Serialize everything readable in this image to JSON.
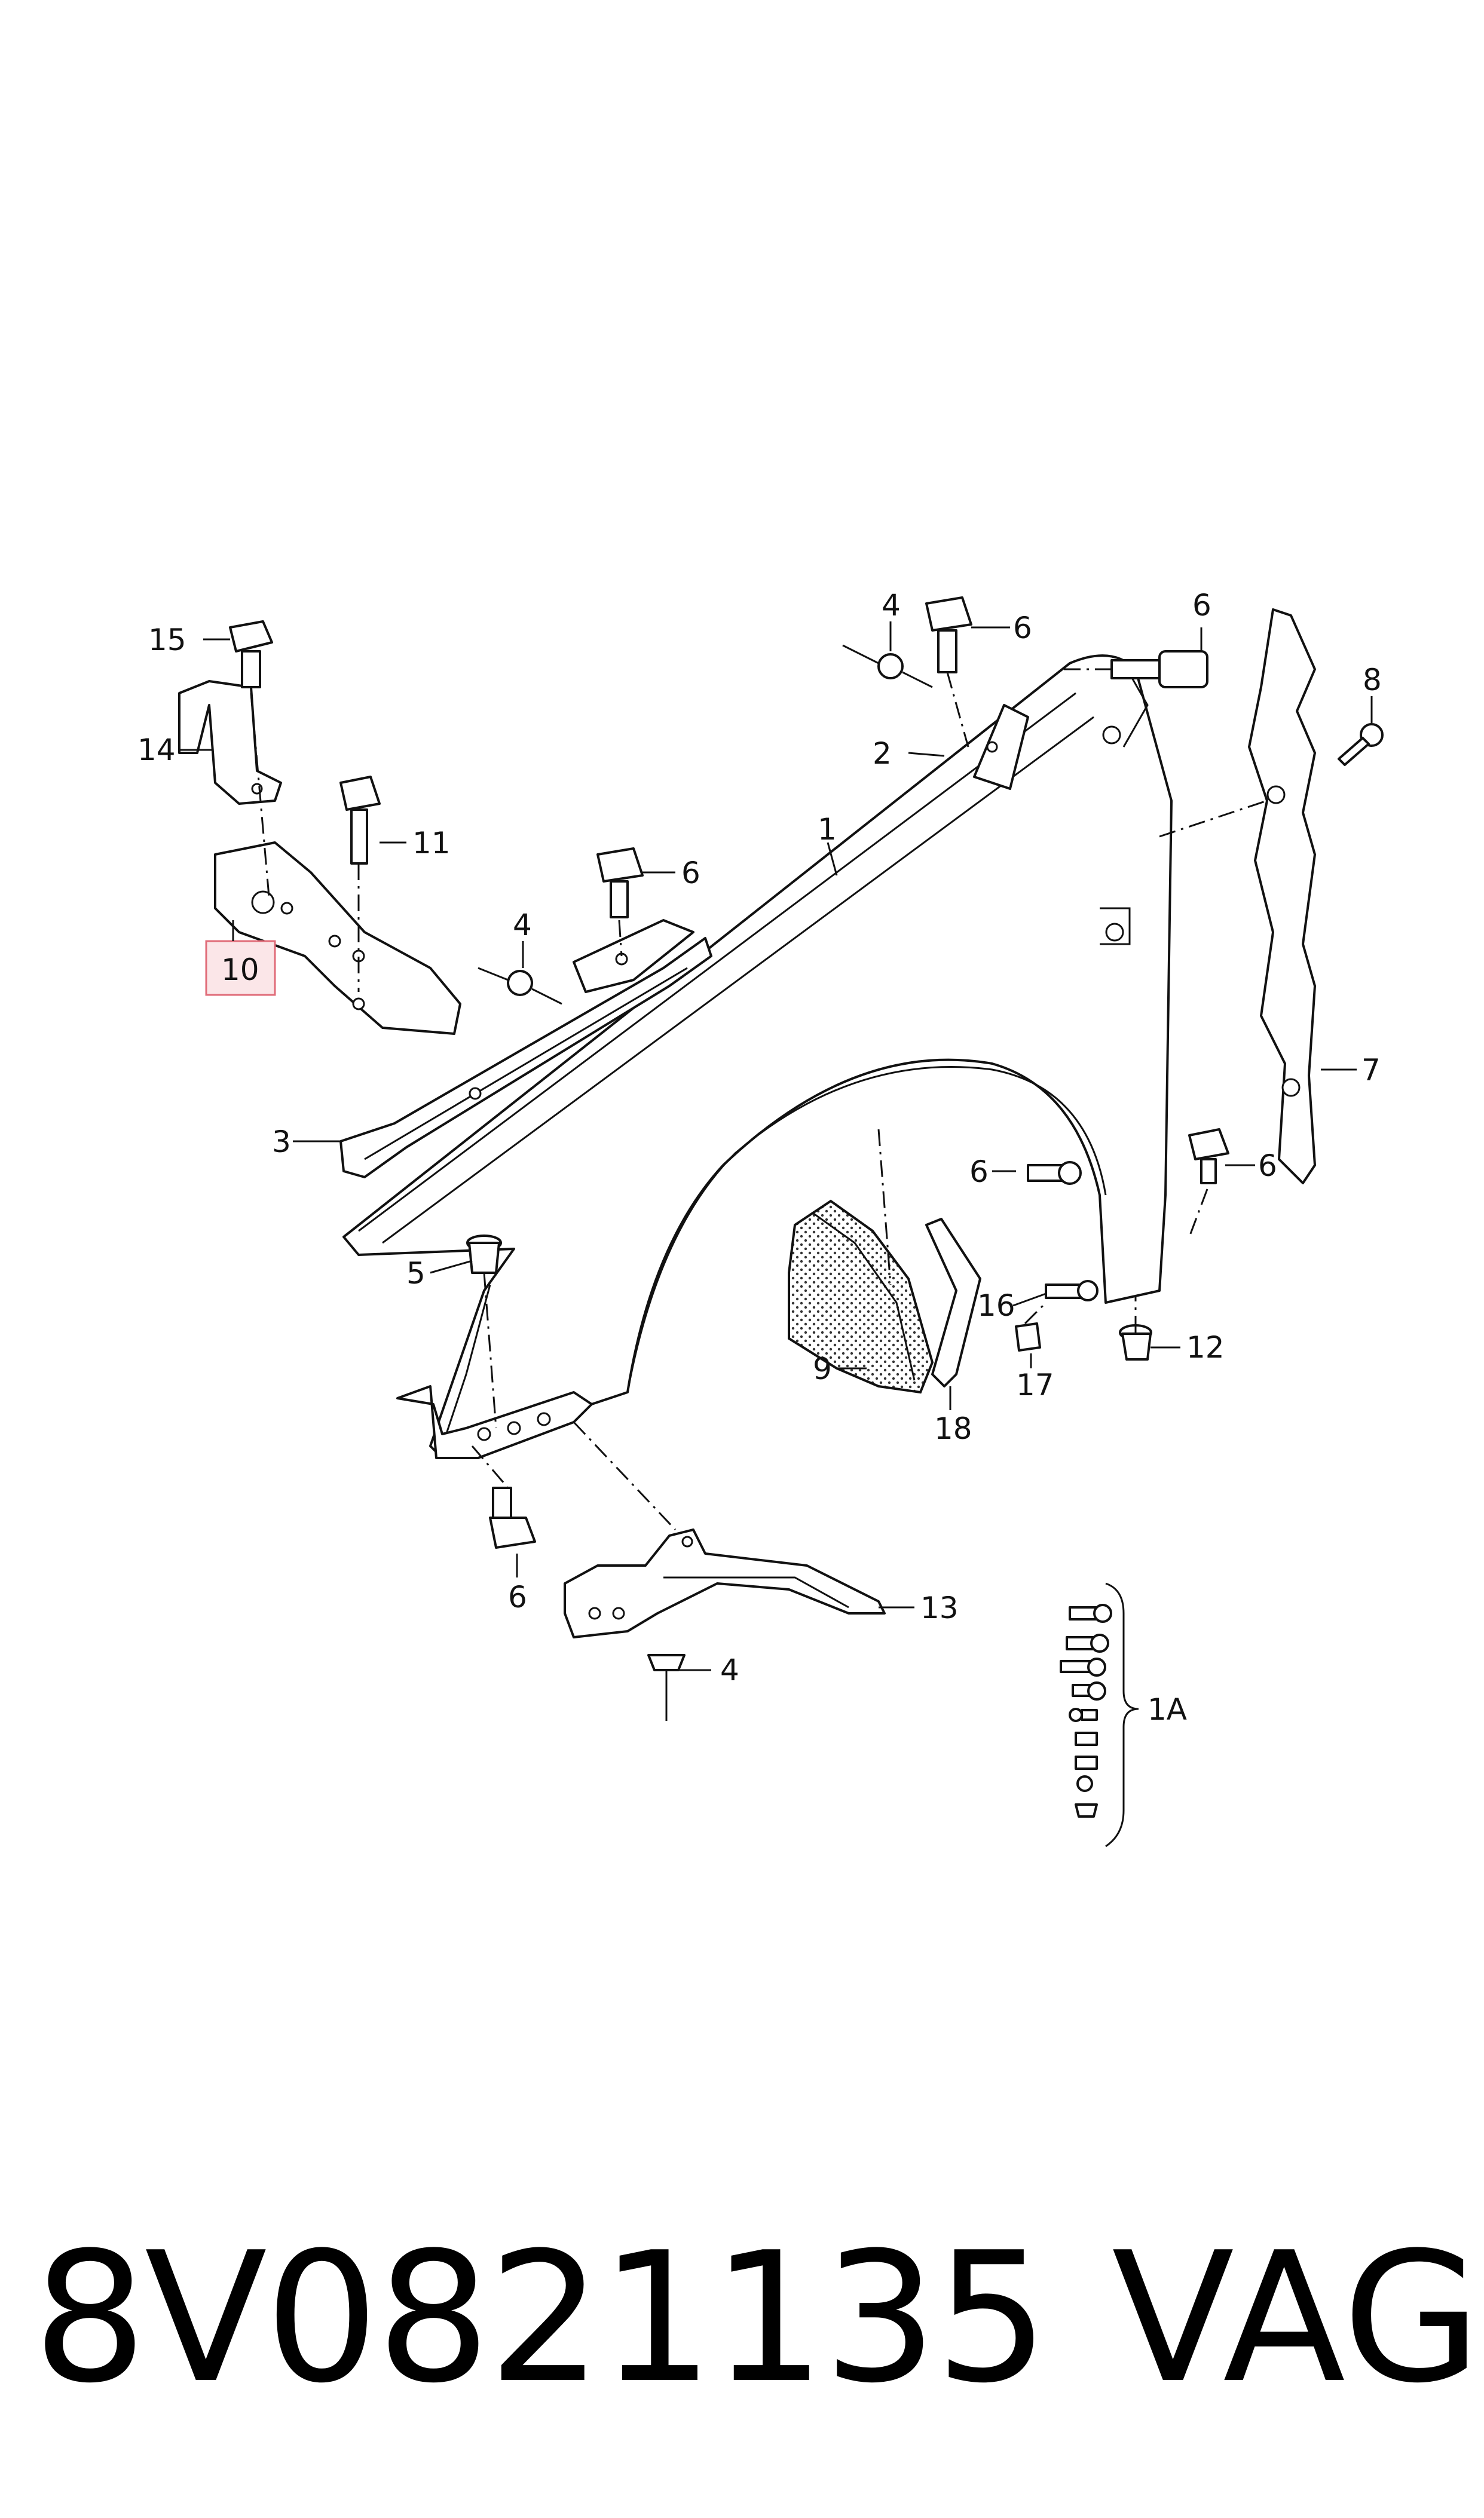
{
  "callouts": {
    "c1": "1",
    "c2": "2",
    "c3": "3",
    "c4a": "4",
    "c4b": "4",
    "c4c": "4",
    "c5": "5",
    "c6a": "6",
    "c6b": "6",
    "c6c": "6",
    "c6d": "6",
    "c6e": "6",
    "c6f": "6",
    "c7": "7",
    "c8": "8",
    "c9": "9",
    "c10": "10",
    "c11": "11",
    "c12": "12",
    "c13": "13",
    "c14": "14",
    "c15": "15",
    "c16": "16",
    "c17": "17",
    "c18": "18",
    "c1A": "1A"
  },
  "highlight_color": "#e06b78",
  "footer": {
    "part_number": "8V0821135",
    "brand": "VAG"
  }
}
